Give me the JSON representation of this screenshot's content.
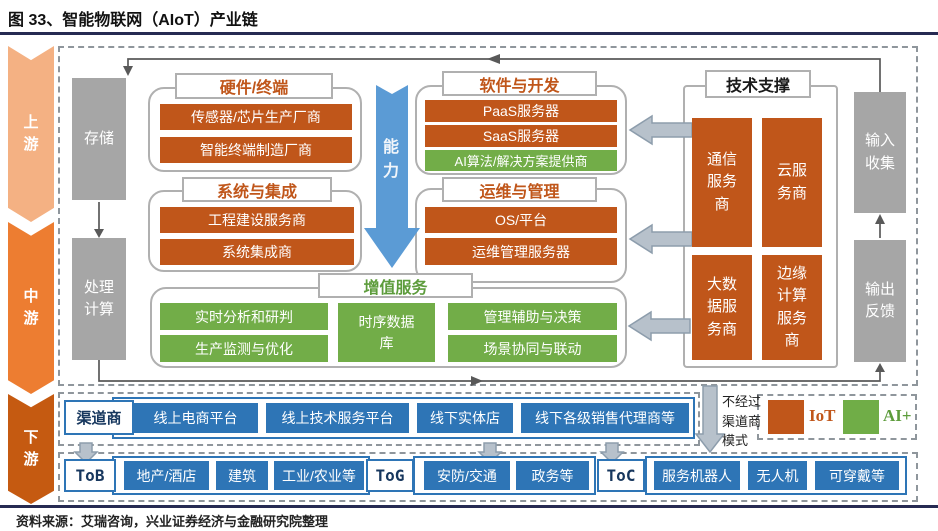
{
  "title": "图 33、智能物联网（AIoT）产业链",
  "source": "资料来源：艾瑞咨询，兴业证券经济与金融研究院整理",
  "stages": [
    {
      "label": "上游",
      "color": "#f4b183"
    },
    {
      "label": "中游",
      "color": "#ed7d31"
    },
    {
      "label": "下游",
      "color": "#c55a11"
    }
  ],
  "io_chain": {
    "storage": "存储",
    "compute": "处理计算",
    "input": "输入收集",
    "output": "输出反馈",
    "capability": "能力"
  },
  "sections": {
    "hardware": {
      "title": "硬件/终端",
      "items": [
        "传感器/芯片生产厂商",
        "智能终端制造厂商"
      ]
    },
    "software": {
      "title": "软件与开发",
      "items": [
        "PaaS服务器",
        "SaaS服务器"
      ],
      "ai_item": "AI算法/解决方案提供商"
    },
    "system": {
      "title": "系统与集成",
      "items": [
        "工程建设服务商",
        "系统集成商"
      ]
    },
    "ops": {
      "title": "运维与管理",
      "items": [
        "OS/平台",
        "运维管理服务器"
      ]
    },
    "value": {
      "title": "增值服务",
      "items": [
        "实时分析和研判",
        "生产监测与优化",
        "时序数据库",
        "管理辅助与决策",
        "场景协同与联动"
      ]
    },
    "tech": {
      "title": "技术支撑",
      "items": [
        "通信服务商",
        "云服务商",
        "大数据服务商",
        "边缘计算服务商"
      ]
    }
  },
  "channel": {
    "label": "渠道商",
    "items": [
      "线上电商平台",
      "线上技术服务平台",
      "线下实体店",
      "线下各级销售代理商等"
    ]
  },
  "bypass_label": "不经过渠道商模式",
  "legend": [
    {
      "label": "IoT",
      "color": "#c0561a"
    },
    {
      "label": "AI+",
      "color": "#70ad47"
    }
  ],
  "downstream": [
    {
      "label": "ToB",
      "items": [
        "地产/酒店",
        "建筑",
        "工业/农业等"
      ]
    },
    {
      "label": "ToG",
      "items": [
        "安防/交通",
        "政务等"
      ]
    },
    {
      "label": "ToC",
      "items": [
        "服务机器人",
        "无人机",
        "可穿戴等"
      ]
    }
  ],
  "colors": {
    "iot_orange": "#c0561a",
    "ai_green": "#70ad47",
    "blue": "#2e75b6",
    "gray": "#a6a6a6",
    "capability_arrow": "#5b9bd5",
    "upstream": "#f4b183",
    "midstream": "#ed7d31",
    "downstream": "#c55a11"
  }
}
